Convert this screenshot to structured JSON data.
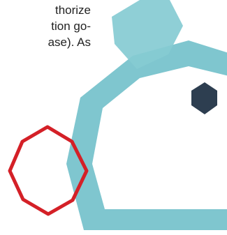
{
  "text": {
    "line1": "thorize",
    "line2": "tion go-",
    "line3": "ase). As"
  },
  "colors": {
    "large_hexagon": "#7fc6cf",
    "small_hexagon": "#86cbd3",
    "dark_hexagon": "#2d3e50",
    "red_hexagon": "#d42027",
    "background": "#ffffff"
  }
}
